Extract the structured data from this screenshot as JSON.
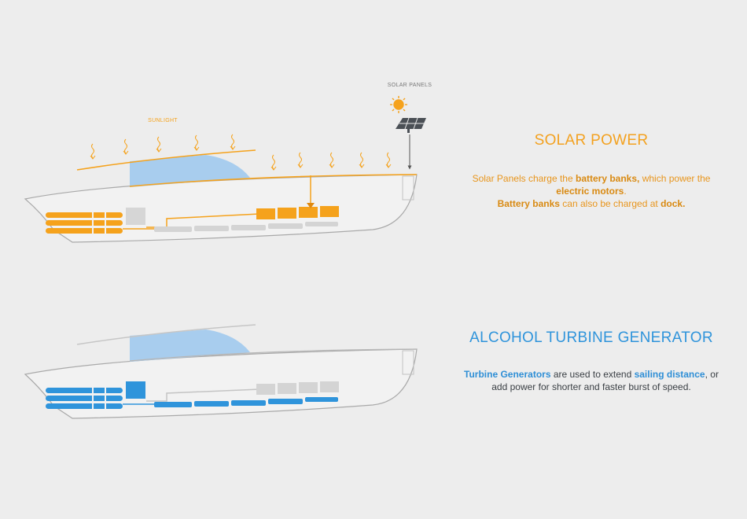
{
  "solar_section": {
    "title": "SOLAR POWER",
    "labels": {
      "solar_panels": "SOLAR PANELS",
      "sunlight": "SUNLIGHT"
    },
    "description": [
      {
        "text": "Solar Panels charge the ",
        "bold": false
      },
      {
        "text": "battery banks,",
        "bold": true
      },
      {
        "text": " which power the ",
        "bold": false
      },
      {
        "text": "electric motors",
        "bold": true
      },
      {
        "text": ".",
        "bold": false,
        "break_after": true
      },
      {
        "text": "Battery banks",
        "bold": true
      },
      {
        "text": " can also be charged at ",
        "bold": false
      },
      {
        "text": "dock.",
        "bold": true
      }
    ]
  },
  "turbine_section": {
    "title": "ALCOHOL TURBINE GENERATOR",
    "description": [
      {
        "text": "Turbine Generators",
        "bold": true
      },
      {
        "text": " are used to extend ",
        "bold": false
      },
      {
        "text": "sailing distance",
        "bold": true
      },
      {
        "text": ", or add power for shorter and faster burst of speed.",
        "bold": false
      }
    ]
  },
  "colors": {
    "background": "#ededed",
    "solar_accent": "#f5a21c",
    "turbine_accent": "#2f94db",
    "hull_line": "#a9a9a9",
    "window": "#a8cdee",
    "inactive_component": "#d4d4d4"
  },
  "icons": {
    "sun": "sun-icon",
    "solar_panel": "solar-panel-icon",
    "sunlight_ray": "wavy-arrow-down-icon"
  }
}
